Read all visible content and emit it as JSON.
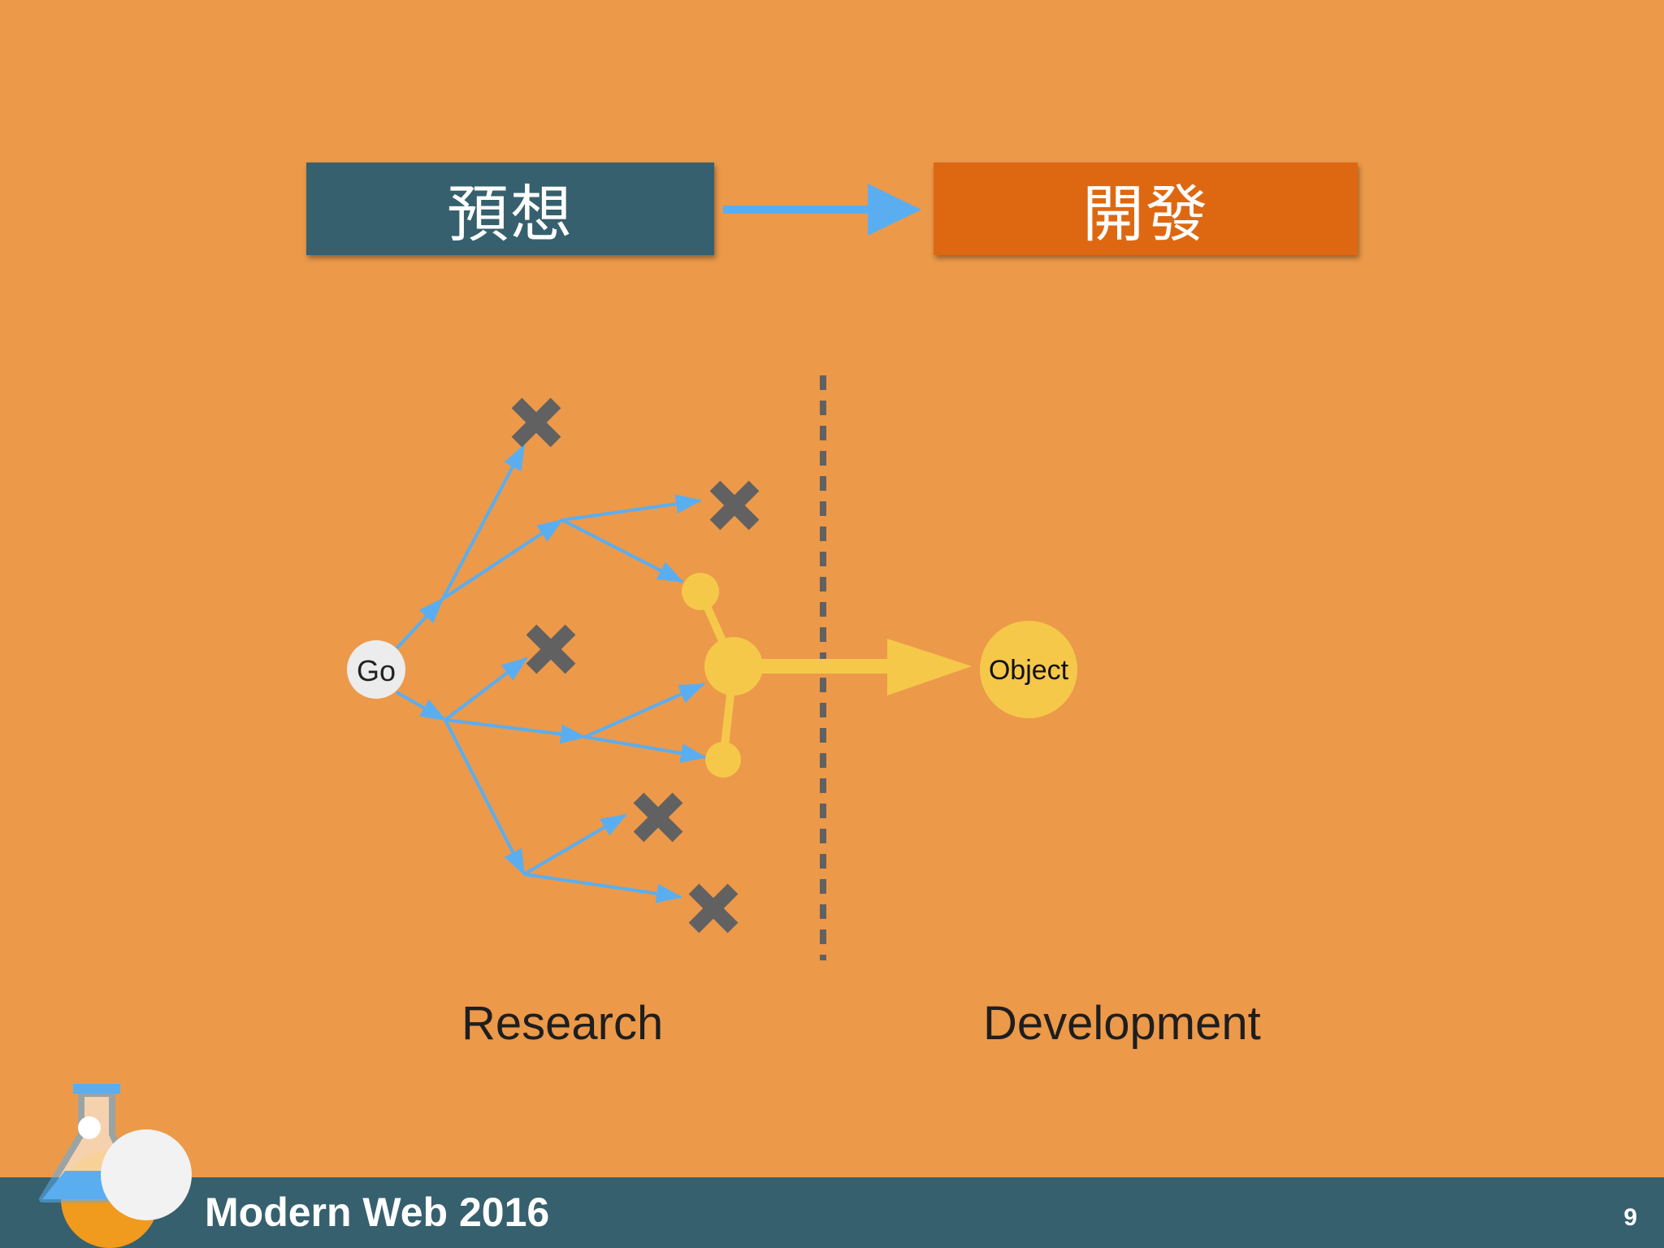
{
  "header": {
    "box_left": "預想",
    "box_right": "開發"
  },
  "diagram": {
    "start_node": "Go",
    "target_node": "Object",
    "left_caption": "Research",
    "right_caption": "Development"
  },
  "footer": {
    "title": "Modern Web 2016",
    "page_number": "9"
  },
  "colors": {
    "background": "#ec994a",
    "box_left": "#36606e",
    "box_right": "#de6811",
    "arrow_blue": "#5aaef0",
    "path_yellow": "#f5c84a",
    "x_mark": "#616161",
    "footer_bar": "#36606e"
  },
  "icons": [
    "x-mark-icon",
    "flask-logo-icon"
  ]
}
